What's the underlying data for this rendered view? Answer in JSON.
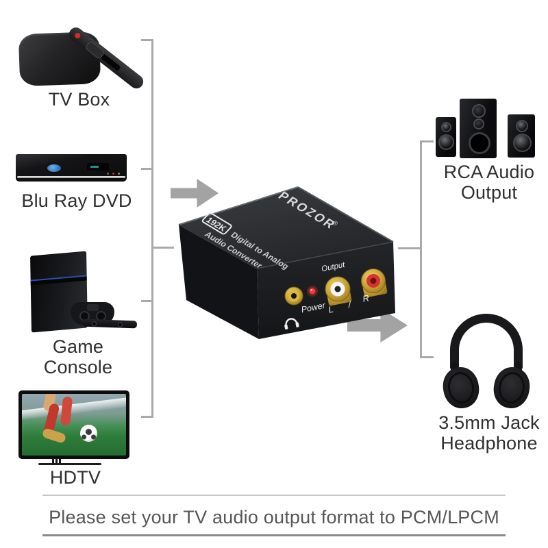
{
  "left_devices": [
    {
      "label": "TV Box"
    },
    {
      "label": "Blu Ray DVD"
    },
    {
      "label": "Game Console"
    },
    {
      "label": "HDTV"
    }
  ],
  "right_devices": [
    {
      "line1": "RCA Audio",
      "line2": "Output"
    },
    {
      "line1": "3.5mm Jack",
      "line2": "Headphone"
    }
  ],
  "converter": {
    "brand": "PROZOR",
    "registered_mark": "®",
    "badge": "192K",
    "title_line1": "Digital to Analog",
    "title_line2": "Audio Converter",
    "ports": {
      "output": "Output",
      "power": "Power",
      "left": "L",
      "separator": "/",
      "right": "R"
    }
  },
  "footer": {
    "note": "Please set your TV audio output format to PCM/LPCM"
  },
  "icons": {
    "headphone_symbol": "headphone-icon",
    "power_led": "power-led",
    "flow_arrows": "right-arrow-icon"
  },
  "colors": {
    "background": "#ffffff",
    "bracket_gray": "#a9a9a9",
    "arrow_gray": "#a3a3a3",
    "label_text": "#2f2f30",
    "note_text": "#565657",
    "led_red": "#ff3434",
    "rca_white_ring": "#f5f5f5",
    "rca_red_ring": "#d63434",
    "gold": "#c9a22e"
  }
}
